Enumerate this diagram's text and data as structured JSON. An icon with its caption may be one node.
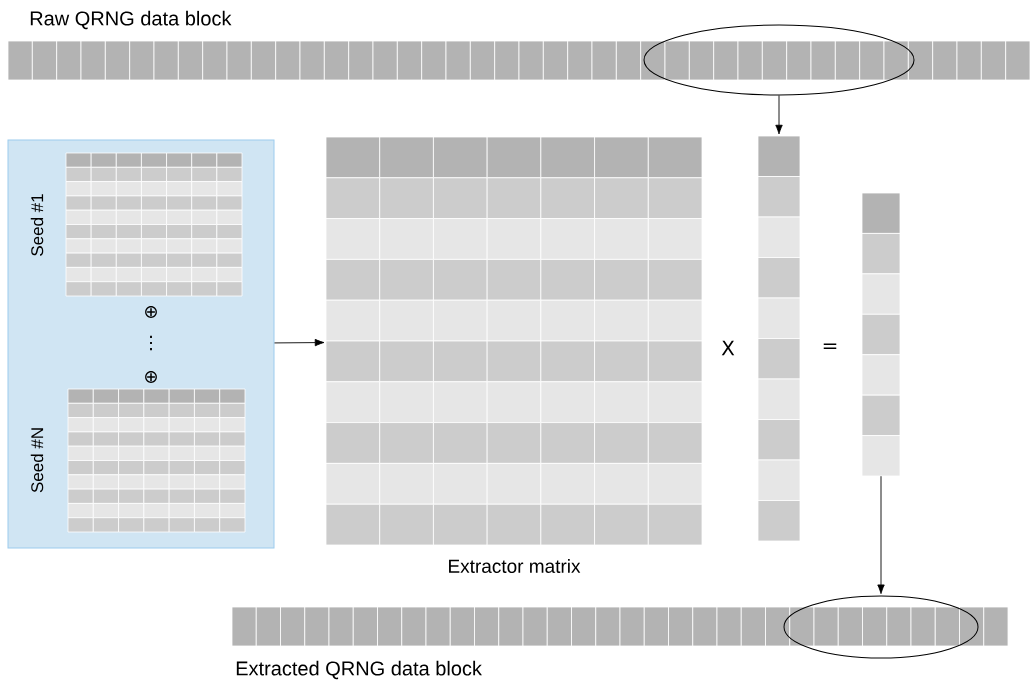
{
  "diagram": {
    "nodes": [
      {
        "text": [
          "Raw QRNG data block"
        ]
      },
      {
        "text": [],
        "shape": "ellipse"
      },
      {
        "text": [],
        "shape": "box"
      },
      {
        "text": [
          "Seed #1"
        ],
        "in": 2
      },
      {
        "text": [
          "Seed #N"
        ],
        "in": 2
      },
      {
        "text": [
          "Extractor matrix"
        ]
      },
      {
        "text": [],
        "shape": "bar"
      },
      {
        "text": [],
        "shape": "bar"
      },
      {
        "text": [
          "Extracted QRNG data block"
        ]
      },
      {
        "text": [],
        "shape": "ellipse"
      }
    ],
    "edges": [
      {
        "from": 1,
        "to": 6,
        "arrow": "to"
      },
      {
        "from": 2,
        "to": 5,
        "arrow": "to"
      },
      {
        "from": 7,
        "to": 9,
        "arrow": "to"
      }
    ],
    "labels": [
      "⊕",
      "⋮",
      "⊕",
      "X",
      "="
    ]
  }
}
